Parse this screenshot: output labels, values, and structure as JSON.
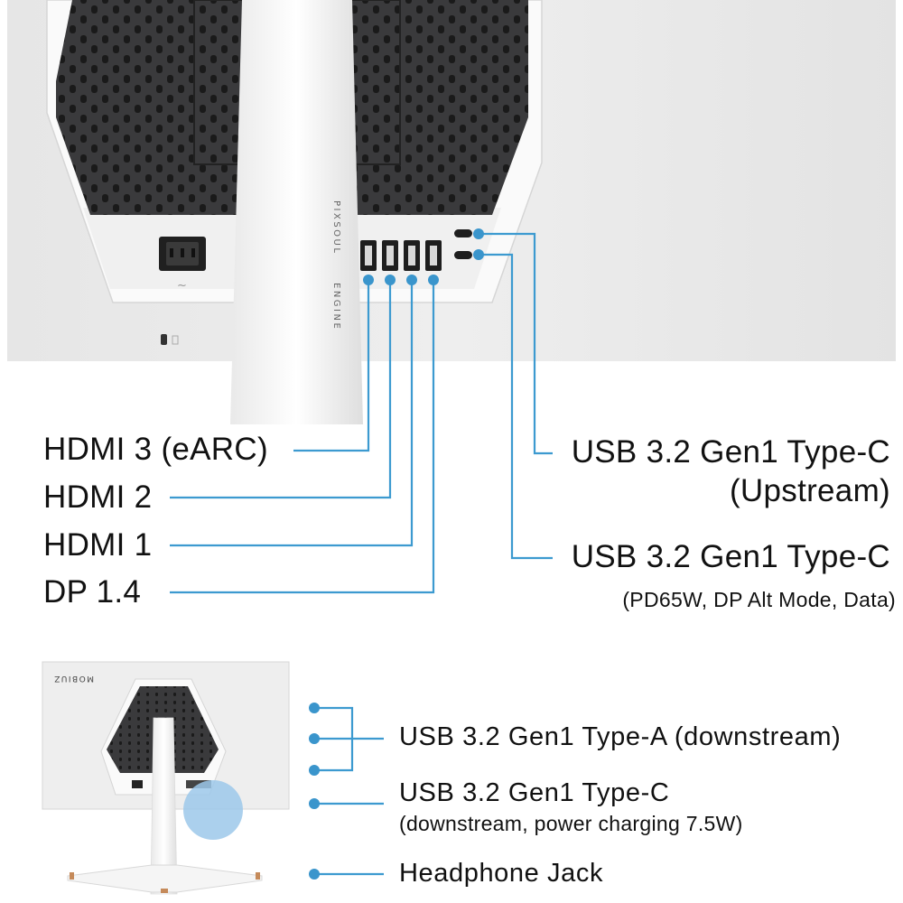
{
  "brand": {
    "mini_logo": "MOBIUZ",
    "stand_text_1": "PIXSOUL",
    "stand_text_2": "ENGINE"
  },
  "colors": {
    "accent_line": "#3c9ad0",
    "dot": "#3a95cc",
    "highlight": "#9cc8ea"
  },
  "rear_ports": {
    "hdmi3": "HDMI 3 (eARC)",
    "hdmi2": "HDMI 2",
    "hdmi1": "HDMI 1",
    "dp": "DP 1.4",
    "usbc_upstream_title": "USB 3.2 Gen1 Type-C",
    "usbc_upstream_sub": "(Upstream)",
    "usbc_pd_title": "USB 3.2 Gen1 Type-C",
    "usbc_pd_sub": "(PD65W, DP Alt Mode, Data)"
  },
  "side_ports": {
    "usba": "USB 3.2 Gen1 Type-A (downstream)",
    "usbc_title": "USB 3.2 Gen1 Type-C",
    "usbc_sub": "(downstream, power charging 7.5W)",
    "headphone": "Headphone Jack"
  }
}
